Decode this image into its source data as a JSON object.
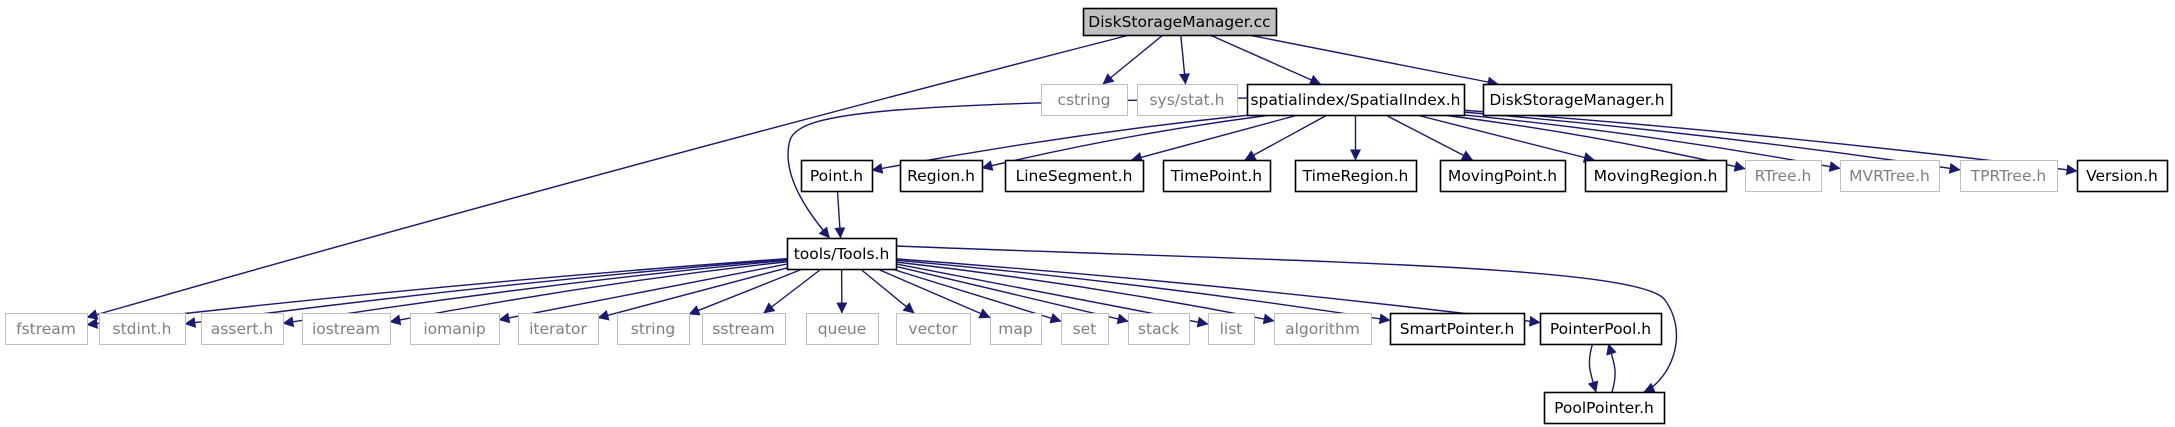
{
  "graph": {
    "nodes": [
      {
        "id": "root",
        "label": "DiskStorageManager.cc",
        "style": "root"
      },
      {
        "id": "cstring",
        "label": "cstring",
        "style": "external"
      },
      {
        "id": "sysstat",
        "label": "sys/stat.h",
        "style": "external"
      },
      {
        "id": "spatialindex",
        "label": "spatialindex/SpatialIndex.h",
        "style": "local"
      },
      {
        "id": "dsmh",
        "label": "DiskStorageManager.h",
        "style": "local"
      },
      {
        "id": "point",
        "label": "Point.h",
        "style": "local"
      },
      {
        "id": "region",
        "label": "Region.h",
        "style": "local"
      },
      {
        "id": "lineseg",
        "label": "LineSegment.h",
        "style": "local"
      },
      {
        "id": "timepoint",
        "label": "TimePoint.h",
        "style": "local"
      },
      {
        "id": "timeregion",
        "label": "TimeRegion.h",
        "style": "local"
      },
      {
        "id": "movingpoint",
        "label": "MovingPoint.h",
        "style": "local"
      },
      {
        "id": "movingregion",
        "label": "MovingRegion.h",
        "style": "local"
      },
      {
        "id": "rtree",
        "label": "RTree.h",
        "style": "external"
      },
      {
        "id": "mvrtree",
        "label": "MVRTree.h",
        "style": "external"
      },
      {
        "id": "tprtree",
        "label": "TPRTree.h",
        "style": "external"
      },
      {
        "id": "version",
        "label": "Version.h",
        "style": "local"
      },
      {
        "id": "tools",
        "label": "tools/Tools.h",
        "style": "local"
      },
      {
        "id": "fstream",
        "label": "fstream",
        "style": "external"
      },
      {
        "id": "stdint",
        "label": "stdint.h",
        "style": "external"
      },
      {
        "id": "assert",
        "label": "assert.h",
        "style": "external"
      },
      {
        "id": "iostream",
        "label": "iostream",
        "style": "external"
      },
      {
        "id": "iomanip",
        "label": "iomanip",
        "style": "external"
      },
      {
        "id": "iterator",
        "label": "iterator",
        "style": "external"
      },
      {
        "id": "string",
        "label": "string",
        "style": "external"
      },
      {
        "id": "sstream",
        "label": "sstream",
        "style": "external"
      },
      {
        "id": "queue",
        "label": "queue",
        "style": "external"
      },
      {
        "id": "vector",
        "label": "vector",
        "style": "external"
      },
      {
        "id": "map",
        "label": "map",
        "style": "external"
      },
      {
        "id": "set",
        "label": "set",
        "style": "external"
      },
      {
        "id": "stack",
        "label": "stack",
        "style": "external"
      },
      {
        "id": "list",
        "label": "list",
        "style": "external"
      },
      {
        "id": "algorithm",
        "label": "algorithm",
        "style": "external"
      },
      {
        "id": "smartpointer",
        "label": "SmartPointer.h",
        "style": "local"
      },
      {
        "id": "pointerpool",
        "label": "PointerPool.h",
        "style": "local"
      },
      {
        "id": "poolpointer",
        "label": "PoolPointer.h",
        "style": "local"
      }
    ],
    "edges": [
      [
        "root",
        "cstring"
      ],
      [
        "root",
        "sysstat"
      ],
      [
        "root",
        "spatialindex"
      ],
      [
        "root",
        "dsmh"
      ],
      [
        "root",
        "fstream"
      ],
      [
        "spatialindex",
        "tools"
      ],
      [
        "spatialindex",
        "point"
      ],
      [
        "spatialindex",
        "region"
      ],
      [
        "spatialindex",
        "lineseg"
      ],
      [
        "spatialindex",
        "timepoint"
      ],
      [
        "spatialindex",
        "timeregion"
      ],
      [
        "spatialindex",
        "movingpoint"
      ],
      [
        "spatialindex",
        "movingregion"
      ],
      [
        "spatialindex",
        "rtree"
      ],
      [
        "spatialindex",
        "mvrtree"
      ],
      [
        "spatialindex",
        "tprtree"
      ],
      [
        "spatialindex",
        "version"
      ],
      [
        "point",
        "tools"
      ],
      [
        "tools",
        "fstream"
      ],
      [
        "tools",
        "stdint"
      ],
      [
        "tools",
        "assert"
      ],
      [
        "tools",
        "iostream"
      ],
      [
        "tools",
        "iomanip"
      ],
      [
        "tools",
        "iterator"
      ],
      [
        "tools",
        "string"
      ],
      [
        "tools",
        "sstream"
      ],
      [
        "tools",
        "queue"
      ],
      [
        "tools",
        "vector"
      ],
      [
        "tools",
        "map"
      ],
      [
        "tools",
        "set"
      ],
      [
        "tools",
        "stack"
      ],
      [
        "tools",
        "list"
      ],
      [
        "tools",
        "algorithm"
      ],
      [
        "tools",
        "smartpointer"
      ],
      [
        "tools",
        "pointerpool"
      ],
      [
        "tools",
        "poolpointer"
      ],
      [
        "pointerpool",
        "poolpointer"
      ],
      [
        "poolpointer",
        "pointerpool"
      ]
    ],
    "colors": {
      "edge": "#191970",
      "local_border": "#000000",
      "external_border": "#bfbfbf",
      "external_text": "#7f7f7f",
      "root_fill": "#bfbfbf",
      "text": "#000000",
      "background": "#ffffff"
    }
  }
}
